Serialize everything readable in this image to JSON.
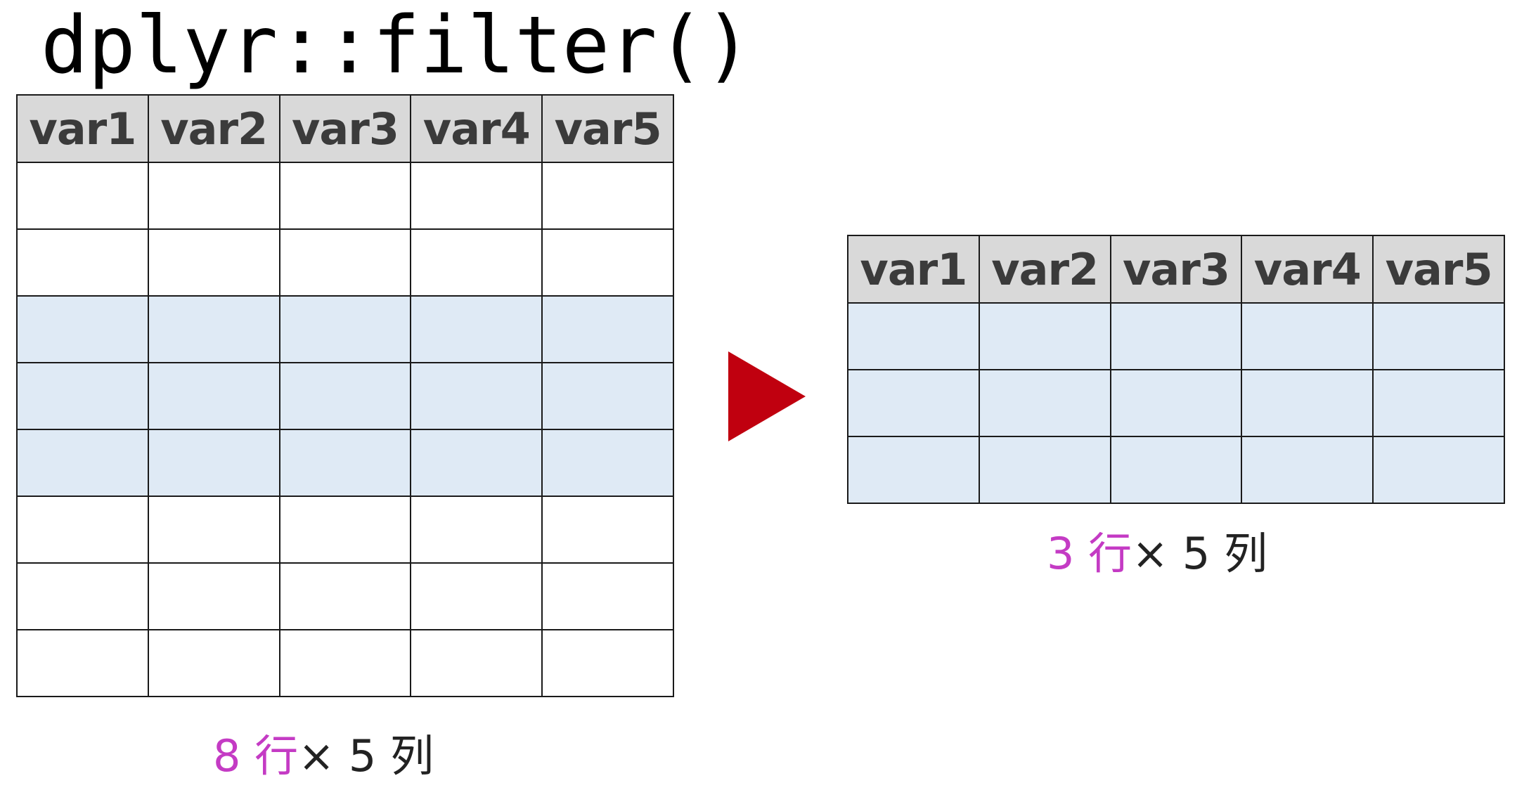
{
  "title": "dplyr::filter()",
  "columns": [
    "var1",
    "var2",
    "var3",
    "var4",
    "var5"
  ],
  "input_table": {
    "rows": [
      "normal",
      "normal",
      "highlighted",
      "highlighted",
      "highlighted",
      "normal",
      "normal",
      "normal"
    ],
    "dimension": {
      "rows_label": "8 行",
      "times": "×",
      "cols_label": "5 列"
    }
  },
  "output_table": {
    "rows": [
      "highlighted",
      "highlighted",
      "highlighted"
    ],
    "dimension": {
      "rows_label": "3 行",
      "times": "×",
      "cols_label": "5 列"
    }
  },
  "colors": {
    "header_bg": "#d9d9d9",
    "highlight_row": "#dfeaf5",
    "arrow": "#c0000f",
    "row_count_text": "#c43bc4"
  },
  "arrow_icon": "play-triangle-right"
}
